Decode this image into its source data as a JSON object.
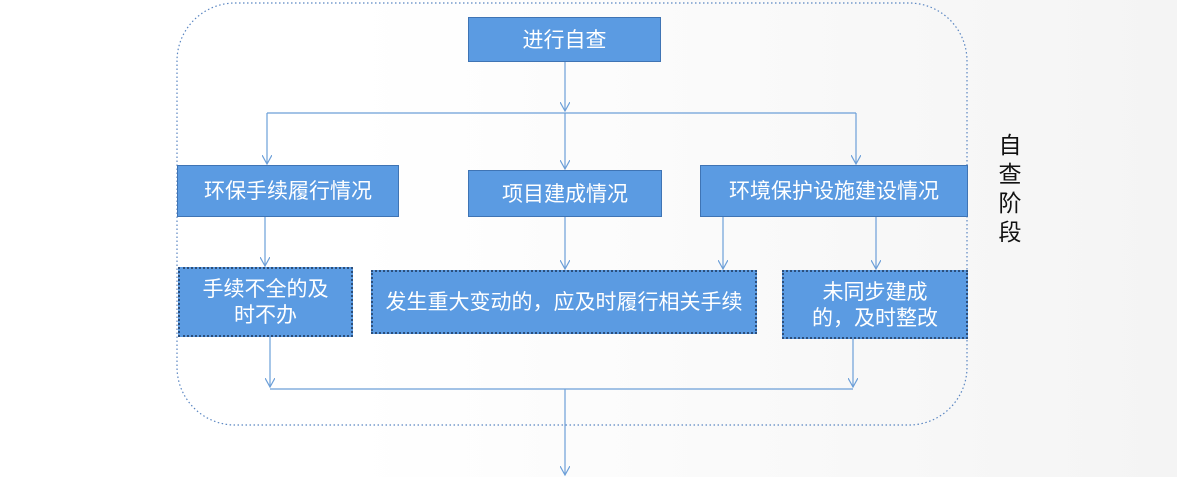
{
  "stage_label": "自查阶段",
  "nodes": {
    "start": "进行自查",
    "env_procedures": "环保手续履行情况",
    "project_built": "项目建成情况",
    "env_facilities": "环境保护设施建设情况",
    "incomplete_procedures": "手续不全的及时不办",
    "major_change": "发生重大变动的，应及时履行相关手续",
    "not_synchronized": "未同步建成的，及时整改"
  },
  "colors": {
    "node_fill": "#5b9be2",
    "node_text": "#ffffff",
    "connector": "#6c9fd8",
    "boundary": "#5a86c2"
  }
}
